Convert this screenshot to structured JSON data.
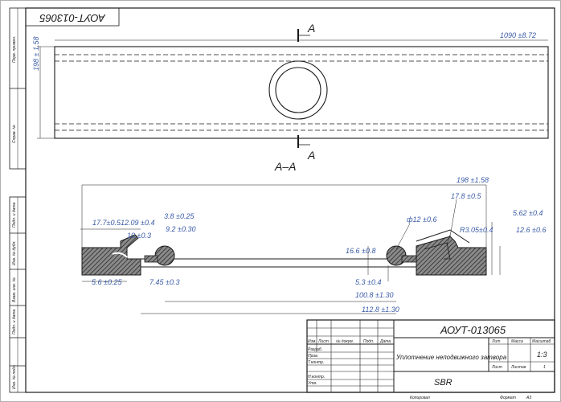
{
  "drawing_number": "АОУТ-013065",
  "top_view": {
    "section_label": "A",
    "length_dim": "1090 ±8.72",
    "width_dim": "198 ± 1.58"
  },
  "section_view": {
    "title": "A–A",
    "dimensions": {
      "overall_width": "198 ±1.58",
      "d17_7": "17.7±0.5",
      "d12_09": "12.09 ±0.4",
      "d3_8": "3.8 ±0.25",
      "d9_2": "9.2 ±0.30",
      "d10": "10 ±0.3",
      "d5_6": "5.6 ±0.25",
      "d7_45": "7.45 ±0.3",
      "d16_6": "16.6 ±0.8",
      "d5_3": "5.3 ±0.4",
      "d100_8": "100.8 ±1.30",
      "d112_8": "112.8 ±1.30",
      "d17_8": "17.8 ±0.5",
      "phi12": "ф12 ±0.6",
      "r3_05": "R3.05±0.4",
      "d5_62": "5.62 ±0.4",
      "d12_6": "12.6 ±0.6"
    }
  },
  "title_block": {
    "code": "АОУТ-013065",
    "name": "Уплотнение неподвижного затвора",
    "material": "SBR",
    "col_lit": "Лит",
    "col_mass": "Масса",
    "col_scale": "Масштаб",
    "scale_value": "1:3",
    "sheet_label": "Лист",
    "sheets_label": "Листов",
    "sheets_value": "1",
    "rows": [
      "Изм.",
      "Лист",
      "№ докум.",
      "Подп.",
      "Дата",
      "Разраб.",
      "Пров.",
      "Т.контр.",
      "Н.контр.",
      "Утв."
    ],
    "footer_copy": "Копировал",
    "footer_format": "Формат",
    "format_value": "А3"
  },
  "side_stamps": [
    "Перв. примен.",
    "Справ. №",
    "Подп. и дата",
    "Инв. № дубл.",
    "Взам. инв. №",
    "Подп. и дата",
    "Инв. № подл."
  ]
}
